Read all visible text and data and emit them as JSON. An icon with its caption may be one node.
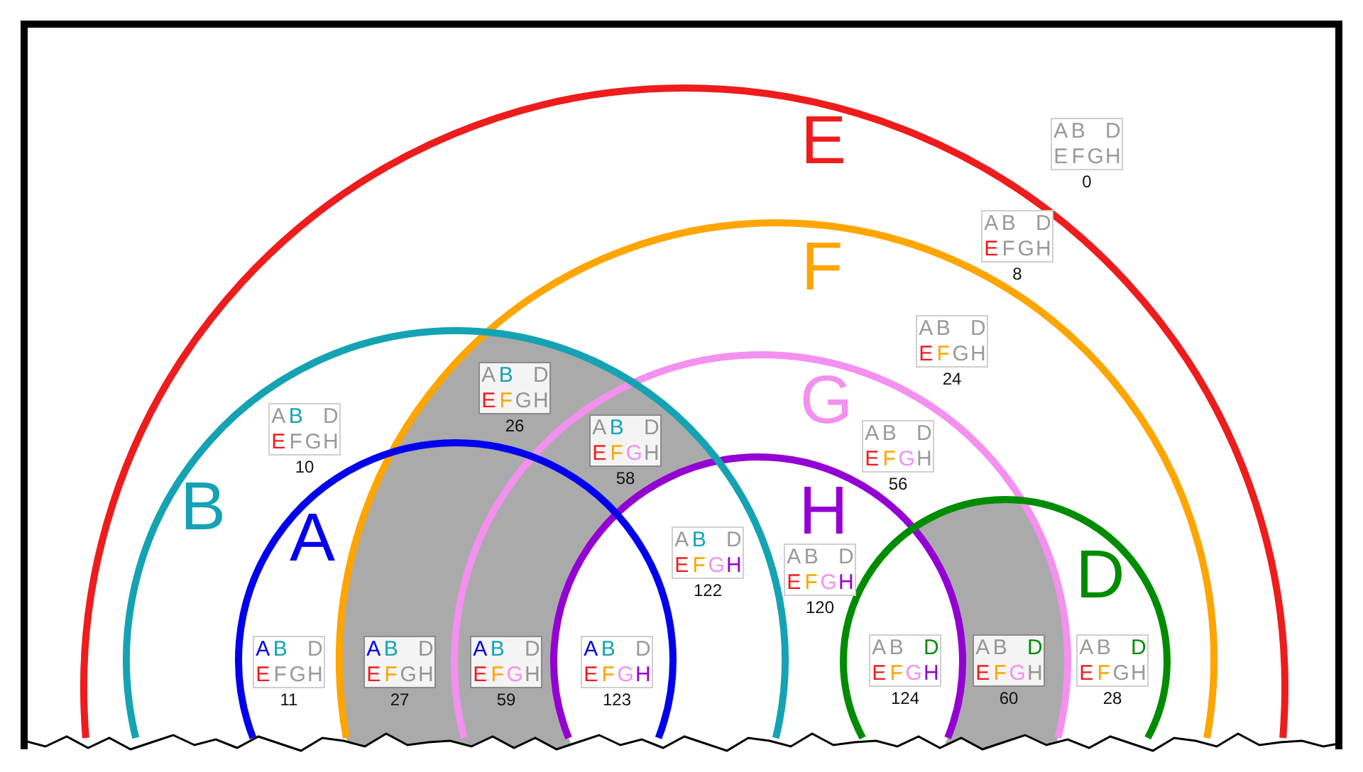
{
  "diagram": {
    "nodes": [
      {
        "text": [
          "E"
        ]
      },
      {
        "text": [
          "F"
        ],
        "in": 0
      },
      {
        "text": [
          "G"
        ],
        "in": 1
      },
      {
        "text": [
          "B"
        ],
        "in": 0
      },
      {
        "text": [
          "A"
        ],
        "in": 3
      },
      {
        "text": [
          "H"
        ],
        "in": 2
      },
      {
        "text": [
          "D"
        ],
        "in": 1
      },
      {
        "text": [
          "A",
          "B",
          "D",
          "E",
          "F",
          "G",
          "H"
        ],
        "beside": [
          "0"
        ],
        "in": 0
      },
      {
        "text": [
          "A",
          "B",
          "D",
          "E",
          "F",
          "G",
          "H"
        ],
        "beside": [
          "8"
        ],
        "in": 0
      },
      {
        "text": [
          "A",
          "B",
          "D",
          "E",
          "F",
          "G",
          "H"
        ],
        "beside": [
          "24"
        ],
        "in": 1
      },
      {
        "text": [
          "A",
          "B",
          "D",
          "E",
          "F",
          "G",
          "H"
        ],
        "beside": [
          "26"
        ]
      },
      {
        "text": [
          "A",
          "B",
          "D",
          "E",
          "F",
          "G",
          "H"
        ],
        "beside": [
          "10"
        ],
        "in": 3
      },
      {
        "text": [
          "A",
          "B",
          "D",
          "E",
          "F",
          "G",
          "H"
        ],
        "beside": [
          "58"
        ]
      },
      {
        "text": [
          "A",
          "B",
          "D",
          "E",
          "F",
          "G",
          "H"
        ],
        "beside": [
          "56"
        ],
        "in": 2
      },
      {
        "text": [
          "A",
          "B",
          "D",
          "E",
          "F",
          "G",
          "H"
        ],
        "beside": [
          "122"
        ]
      },
      {
        "text": [
          "A",
          "B",
          "D",
          "E",
          "F",
          "G",
          "H"
        ],
        "beside": [
          "120"
        ],
        "in": 5
      },
      {
        "text": [
          "A",
          "B",
          "D",
          "E",
          "F",
          "G",
          "H"
        ],
        "beside": [
          "11"
        ],
        "in": 4
      },
      {
        "text": [
          "A",
          "B",
          "D",
          "E",
          "F",
          "G",
          "H"
        ],
        "beside": [
          "27"
        ]
      },
      {
        "text": [
          "A",
          "B",
          "D",
          "E",
          "F",
          "G",
          "H"
        ],
        "beside": [
          "59"
        ]
      },
      {
        "text": [
          "A",
          "B",
          "D",
          "E",
          "F",
          "G",
          "H"
        ],
        "beside": [
          "123"
        ]
      },
      {
        "text": [
          "A",
          "B",
          "D",
          "E",
          "F",
          "G",
          "H"
        ],
        "beside": [
          "124"
        ]
      },
      {
        "text": [
          "A",
          "B",
          "D",
          "E",
          "F",
          "G",
          "H"
        ],
        "beside": [
          "60"
        ]
      },
      {
        "text": [
          "A",
          "B",
          "D",
          "E",
          "F",
          "G",
          "H"
        ],
        "beside": [
          "28"
        ],
        "in": 6
      }
    ]
  }
}
